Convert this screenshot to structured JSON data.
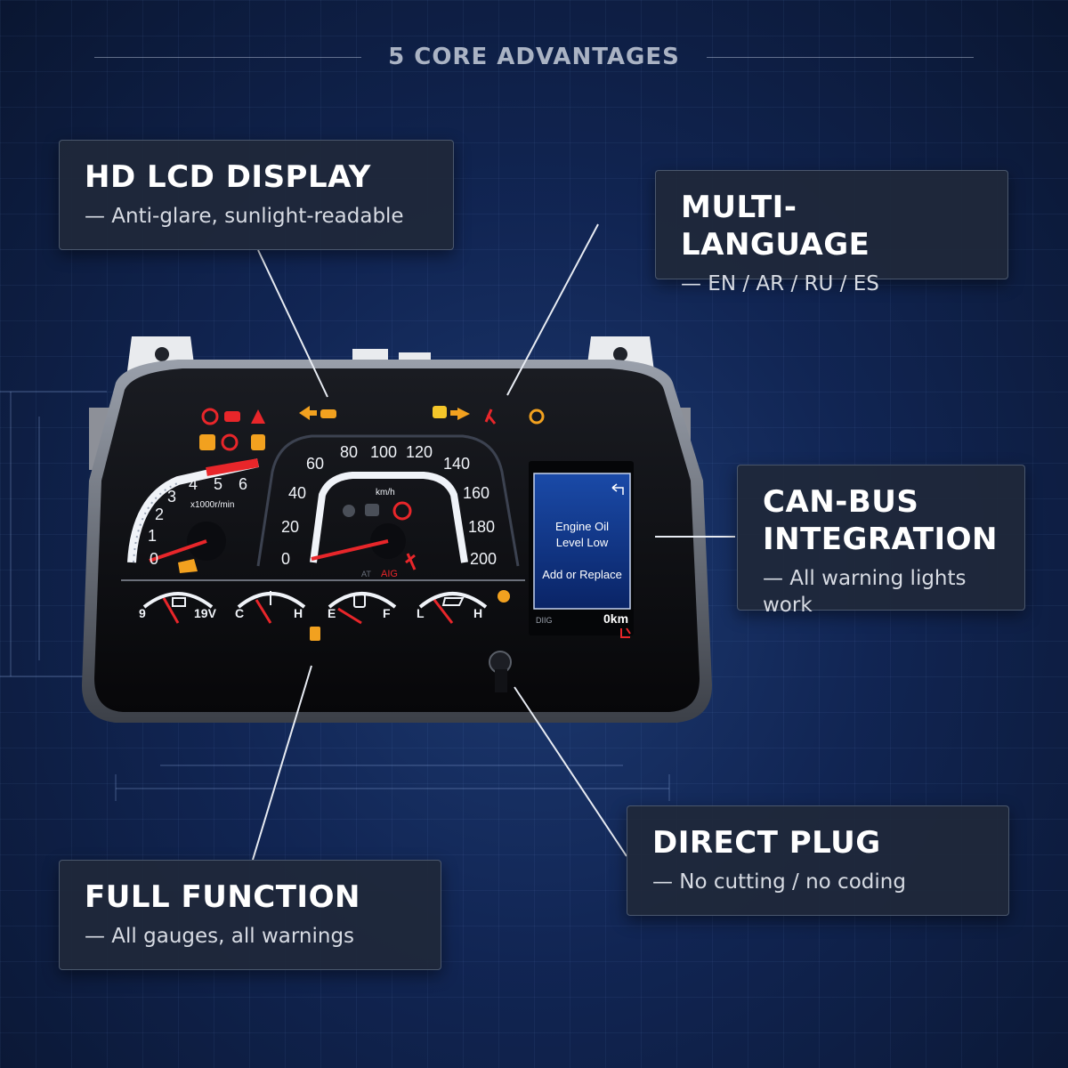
{
  "header": {
    "title": "5 CORE ADVANTAGES"
  },
  "callouts": {
    "hd_lcd": {
      "title": "HD LCD DISPLAY",
      "subtitle": "— Anti-glare, sunlight-readable"
    },
    "multi_language": {
      "title": "MULTI-LANGUAGE",
      "subtitle": "— EN / AR / RU / ES"
    },
    "can_bus": {
      "title_line1": "CAN-BUS",
      "title_line2": "INTEGRATION",
      "subtitle": "— All warning lights work"
    },
    "direct_plug": {
      "title": "DIRECT PLUG",
      "subtitle": "— No cutting / no coding"
    },
    "full_function": {
      "title": "FULL FUNCTION",
      "subtitle": "— All gauges, all warnings"
    }
  },
  "cluster": {
    "tach": {
      "ticks": [
        "0",
        "1",
        "2",
        "3",
        "4",
        "5",
        "6"
      ],
      "unit": "x1000r/min"
    },
    "speedo": {
      "ticks": [
        "0",
        "20",
        "40",
        "60",
        "80",
        "100",
        "120",
        "140",
        "160",
        "180",
        "200"
      ],
      "unit": "km/h"
    },
    "gauges": [
      {
        "left": "9",
        "right": "19V",
        "icon": "battery-icon"
      },
      {
        "left": "C",
        "right": "H",
        "icon": "coolant-temp-icon"
      },
      {
        "left": "E",
        "right": "F",
        "icon": "fuel-pump-icon"
      },
      {
        "left": "L",
        "right": "H",
        "icon": "oil-can-icon"
      }
    ],
    "info_display": {
      "message_line1": "Engine Oil",
      "message_line2": "Level Low",
      "message_action": "Add or Replace",
      "mode": "DIIG",
      "odometer": "0km"
    },
    "indicator_labels": [
      "AT",
      "AIG"
    ]
  },
  "colors": {
    "accent_red": "#e8262a",
    "warning_amber": "#f2a11f",
    "gauge_white": "#f0f3f8",
    "lcd_blue": "#0b2e7a"
  }
}
